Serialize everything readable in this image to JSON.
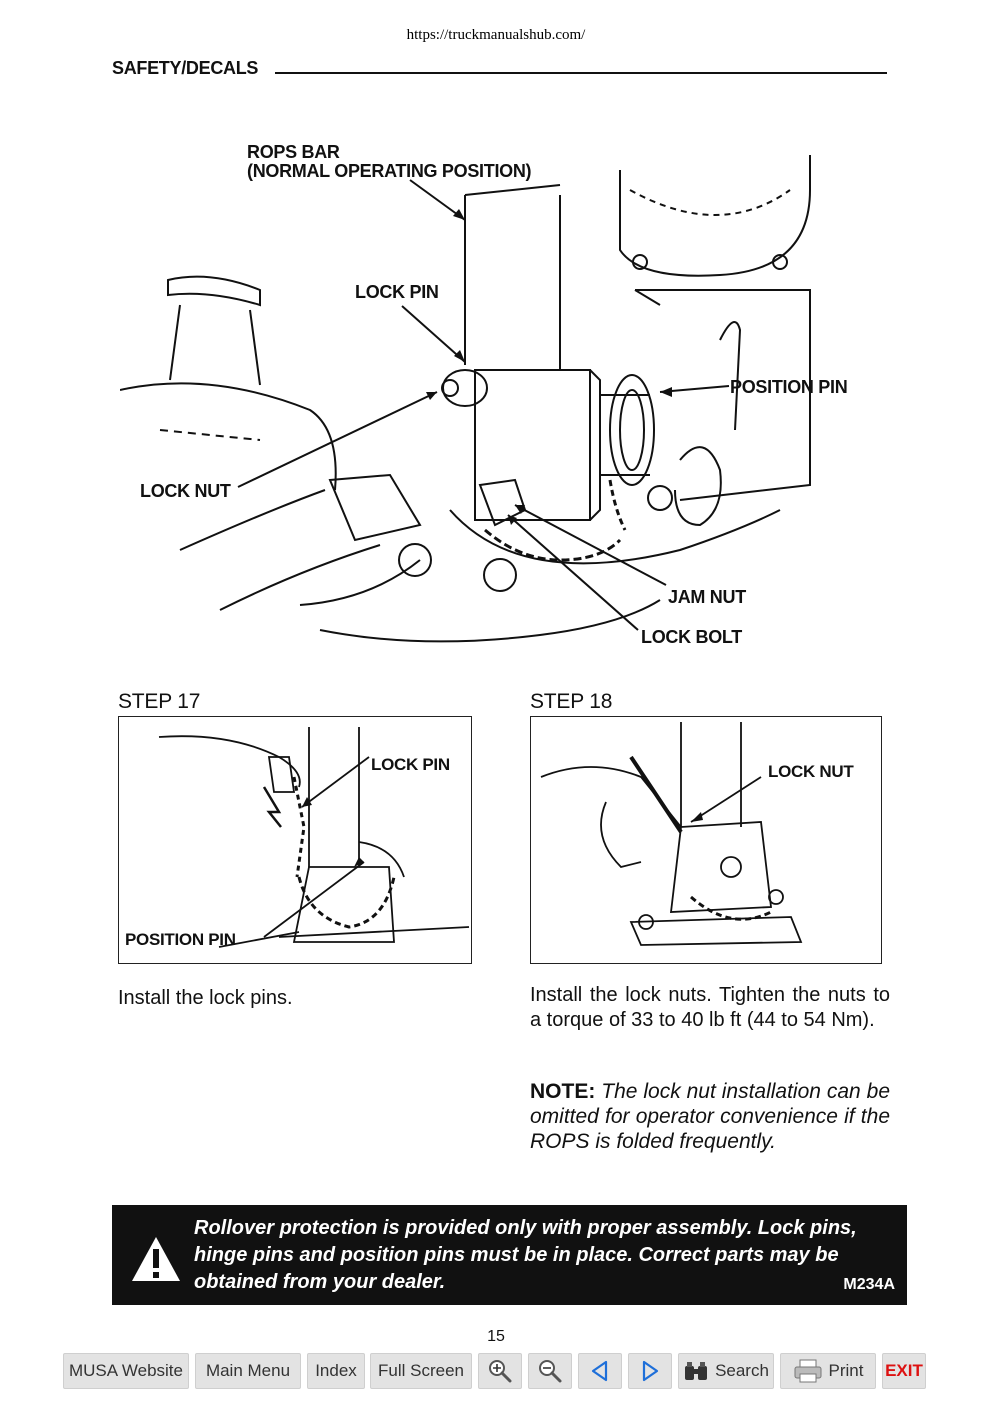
{
  "source_url": "https://truckmanualshub.com/",
  "section_title": "SAFETY/DECALS",
  "main_figure": {
    "labels": {
      "rops_bar": "ROPS BAR\n(NORMAL OPERATING POSITION)",
      "lock_pin": "LOCK PIN",
      "position_pin": "POSITION PIN",
      "lock_nut": "LOCK NUT",
      "jam_nut": "JAM NUT",
      "lock_bolt": "LOCK BOLT"
    }
  },
  "steps": [
    {
      "heading": "STEP 17",
      "labels": [
        "LOCK PIN",
        "POSITION PIN"
      ],
      "caption": "Install the lock pins."
    },
    {
      "heading": "STEP 18",
      "labels": [
        "LOCK NUT"
      ],
      "caption": "Install the lock nuts. Tighten the nuts to a torque of 33 to 40 lb ft (44 to 54 Nm).",
      "note_label": "NOTE:",
      "note_text": "The lock nut installation can be omitted for operator convenience if the ROPS is folded frequently."
    }
  ],
  "warning": {
    "text": "Rollover protection is provided only with proper assembly. Lock pins, hinge pins and position pins must be in place. Correct parts may be obtained from your dealer.",
    "code": "M234A",
    "icon": "warning-triangle-icon"
  },
  "page_number": "15",
  "nav": {
    "musa_website": "MUSA Website",
    "main_menu": "Main Menu",
    "index": "Index",
    "full_screen": "Full Screen",
    "zoom_in_icon": "zoom-in-icon",
    "zoom_out_icon": "zoom-out-icon",
    "prev_icon": "triangle-left-icon",
    "next_icon": "triangle-right-icon",
    "search": "Search",
    "print": "Print",
    "exit": "EXIT"
  },
  "colors": {
    "nav_bg": "#e3e3e3",
    "exit_red": "#d11111",
    "arrow_blue": "#1e6fd9",
    "warning_bg": "#111111"
  }
}
